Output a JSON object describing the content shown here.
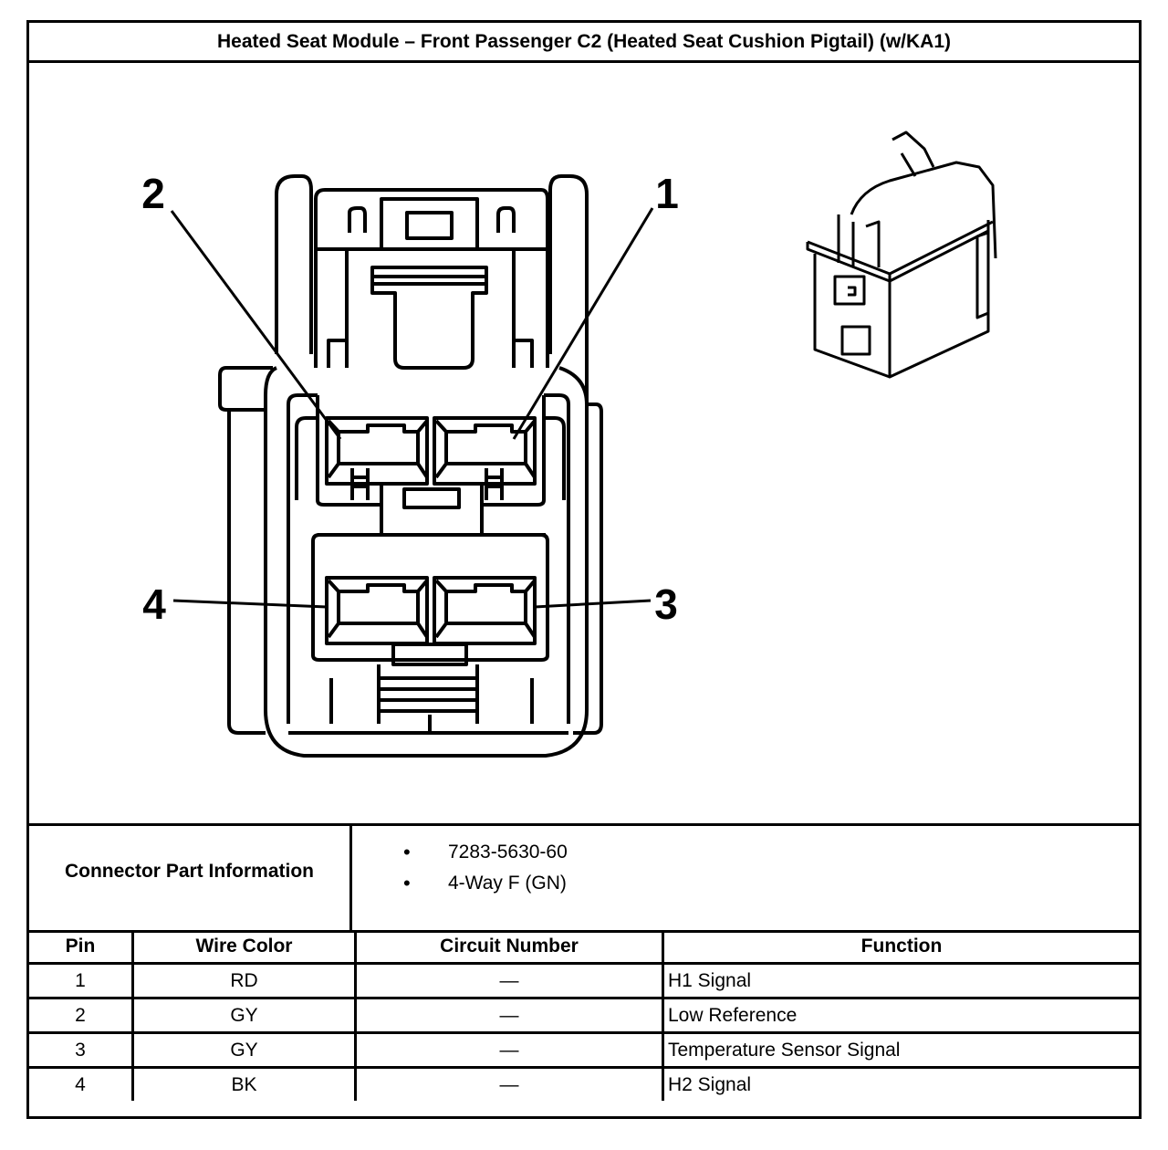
{
  "title": "Heated Seat Module – Front Passenger C2 (Heated Seat Cushion Pigtail) (w/KA1)",
  "figure": {
    "pin_labels": [
      "1",
      "2",
      "3",
      "4"
    ],
    "front_view_icon": "connector-face-view",
    "iso_view_icon": "connector-isometric-view"
  },
  "connector_info": {
    "label": "Connector Part Information",
    "items": [
      "7283-5630-60",
      "4-Way F (GN)"
    ]
  },
  "pin_table": {
    "headers": [
      "Pin",
      "Wire Color",
      "Circuit Number",
      "Function"
    ],
    "rows": [
      {
        "pin": "1",
        "wire_color": "RD",
        "circuit": "—",
        "function": "H1 Signal"
      },
      {
        "pin": "2",
        "wire_color": "GY",
        "circuit": "—",
        "function": "Low Reference"
      },
      {
        "pin": "3",
        "wire_color": "GY",
        "circuit": "—",
        "function": "Temperature Sensor Signal"
      },
      {
        "pin": "4",
        "wire_color": "BK",
        "circuit": "—",
        "function": "H2 Signal"
      }
    ]
  }
}
